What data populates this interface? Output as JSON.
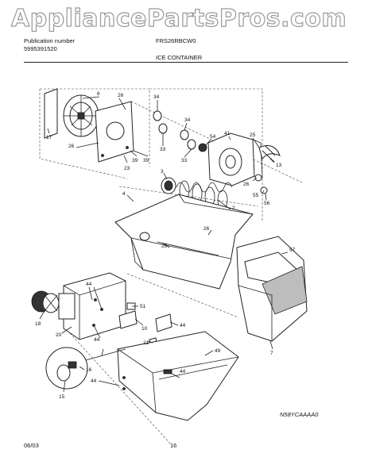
{
  "watermark": "AppliancePartsPros.com",
  "header": {
    "publication_label": "Publication number",
    "publication_number": "5995391520",
    "model": "FRS26RBCW0",
    "section_title": "ICE CONTAINER"
  },
  "diagram_code": "N58YCAAAA0",
  "footer": {
    "date": "06/03",
    "page_number": "16"
  },
  "callouts": [
    {
      "id": "c6",
      "label": "6"
    },
    {
      "id": "c26a",
      "label": "26"
    },
    {
      "id": "c17",
      "label": "17"
    },
    {
      "id": "c26b",
      "label": "26"
    },
    {
      "id": "c39a",
      "label": "39"
    },
    {
      "id": "c23",
      "label": "23"
    },
    {
      "id": "c39b",
      "label": "39"
    },
    {
      "id": "c34a",
      "label": "34"
    },
    {
      "id": "c34b",
      "label": "34"
    },
    {
      "id": "c33a",
      "label": "33"
    },
    {
      "id": "c33b",
      "label": "33"
    },
    {
      "id": "c54",
      "label": "54"
    },
    {
      "id": "c41",
      "label": "41"
    },
    {
      "id": "c25",
      "label": "25"
    },
    {
      "id": "c13",
      "label": "13"
    },
    {
      "id": "c26c",
      "label": "26"
    },
    {
      "id": "c55",
      "label": "55"
    },
    {
      "id": "c56",
      "label": "56"
    },
    {
      "id": "c3",
      "label": "3"
    },
    {
      "id": "c4",
      "label": "4"
    },
    {
      "id": "c2",
      "label": "2"
    },
    {
      "id": "c26d",
      "label": "26"
    },
    {
      "id": "c26e",
      "label": "26"
    },
    {
      "id": "c57",
      "label": "57"
    },
    {
      "id": "c7",
      "label": "7"
    },
    {
      "id": "c44a",
      "label": "44"
    },
    {
      "id": "c18",
      "label": "18"
    },
    {
      "id": "c20",
      "label": "20"
    },
    {
      "id": "c51",
      "label": "51"
    },
    {
      "id": "c10",
      "label": "10"
    },
    {
      "id": "c44b",
      "label": "44"
    },
    {
      "id": "c21",
      "label": "21"
    },
    {
      "id": "c44c",
      "label": "44"
    },
    {
      "id": "c49",
      "label": "49"
    },
    {
      "id": "c16",
      "label": "16"
    },
    {
      "id": "c15",
      "label": "15"
    },
    {
      "id": "c44d",
      "label": "44"
    },
    {
      "id": "c44e",
      "label": "44"
    }
  ]
}
